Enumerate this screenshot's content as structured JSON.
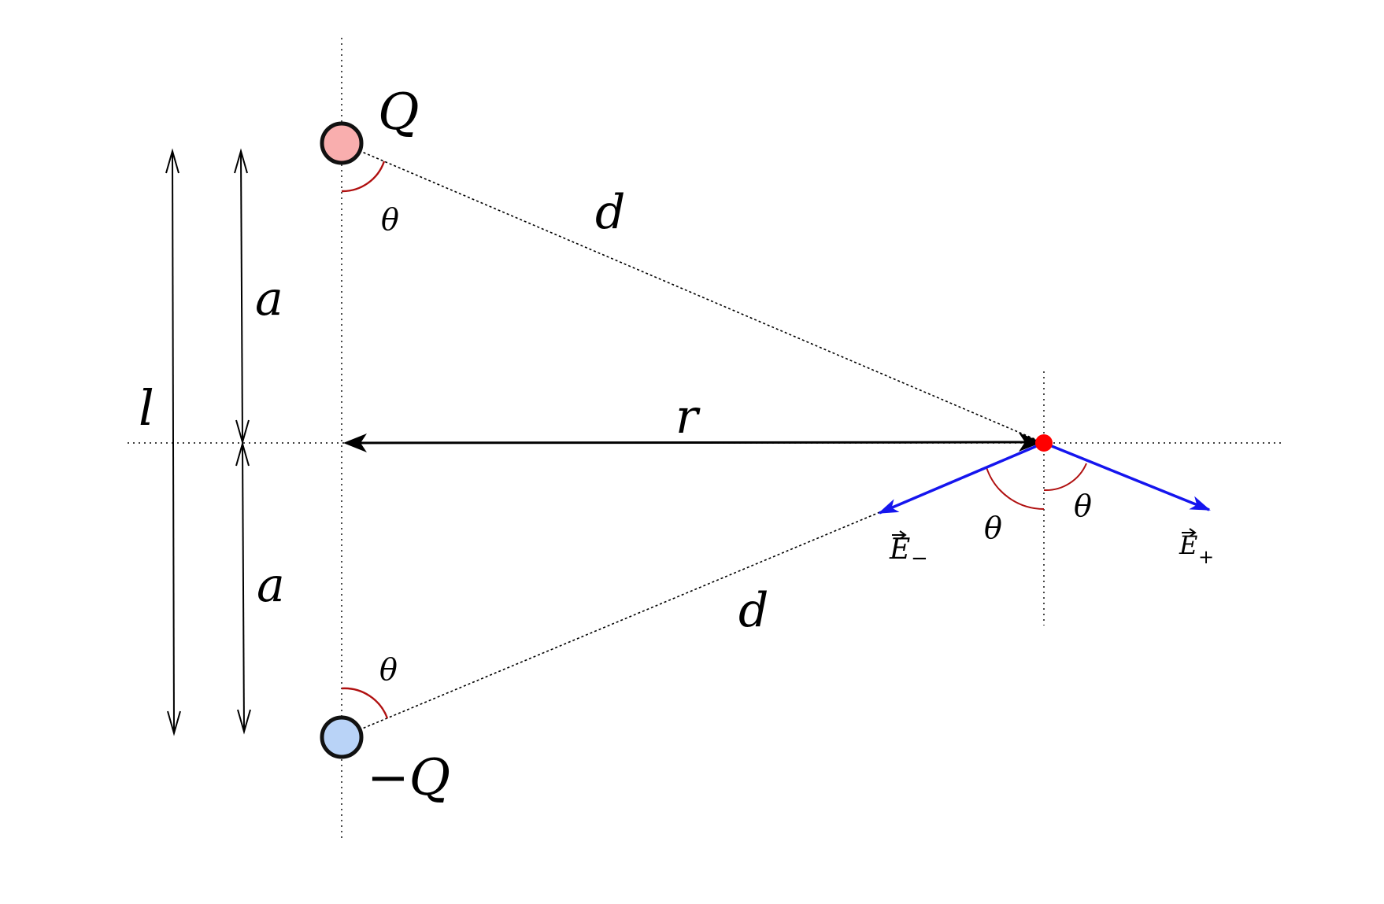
{
  "labels": {
    "charge_positive": "Q",
    "charge_negative": "−Q",
    "distance_upper": "d",
    "distance_lower": "d",
    "half_separation_upper": "a",
    "half_separation_lower": "a",
    "total_separation": "l",
    "radial_distance": "r",
    "angle_top_charge": "θ",
    "angle_bottom_charge": "θ",
    "angle_field_minus": "θ",
    "angle_field_plus": "θ",
    "field_minus": "E",
    "field_minus_sub": "−",
    "field_plus": "E",
    "field_plus_sub": "+"
  },
  "colors": {
    "positive_charge_fill": "#f9aeae",
    "negative_charge_fill": "#b9d3f7",
    "field_point": "#ff0000",
    "field_vectors": "#1515ee",
    "angle_arcs": "#b01010",
    "lines": "#000000"
  }
}
